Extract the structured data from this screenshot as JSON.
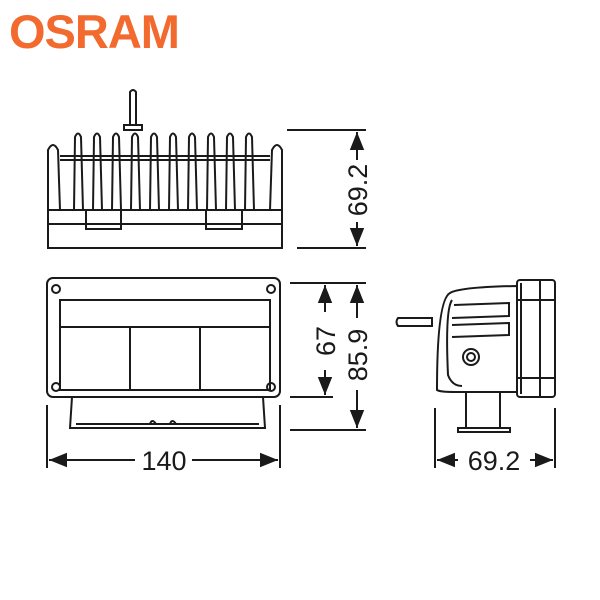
{
  "brand": {
    "name": "OSRAM",
    "color": "#f26a2e"
  },
  "dimensions": {
    "top_view_height": "69.2",
    "front_lens_height": "67",
    "front_total_height": "85.9",
    "front_width": "140",
    "side_depth": "69.2"
  }
}
